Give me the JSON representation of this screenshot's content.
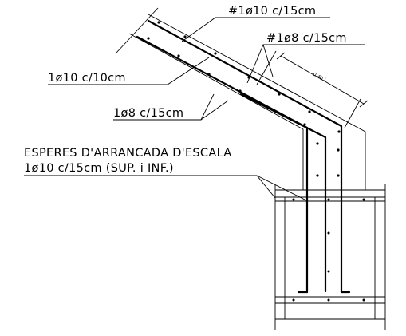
{
  "labels": {
    "top_bar": "#1ø10 c/15cm",
    "mid_bar": "#1ø8 c/15cm",
    "left_bar": "1ø10 c/10cm",
    "lower_bar": "1ø8 c/15cm",
    "starter_line1": "ESPERES D'ARRANCADA D'ESCALA",
    "starter_line2": "1ø10 c/15cm (SUP. i INF.)",
    "dimension_value": "0,40"
  },
  "colors": {
    "line": "#000000",
    "background": "#ffffff"
  }
}
